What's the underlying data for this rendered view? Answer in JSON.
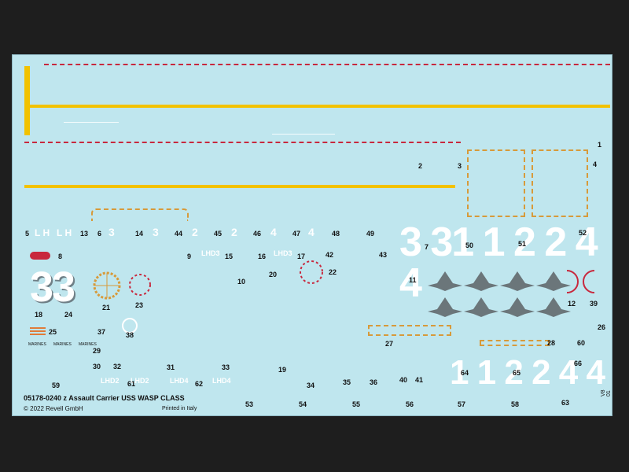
{
  "sheet": {
    "product_line": "05178-0240 z   Assault Carrier USS WASP CLASS",
    "copyright": "© 2022 Revell GmbH",
    "printed": "Printed in Italy",
    "code": "V8 01"
  },
  "numbers": {
    "n1": "1",
    "n2": "2",
    "n3": "3",
    "n4": "4",
    "n5": "5",
    "n6": "6",
    "n7": "7",
    "n8": "8",
    "n9": "9",
    "n10": "10",
    "n11": "11",
    "n12": "12",
    "n13": "13",
    "n14": "14",
    "n15": "15",
    "n16": "16",
    "n17": "17",
    "n18": "18",
    "n19": "19",
    "n20": "20",
    "n21": "21",
    "n22": "22",
    "n23": "23",
    "n24": "24",
    "n25": "25",
    "n26": "26",
    "n27": "27",
    "n28": "28",
    "n29": "29",
    "n30": "30",
    "n31": "31",
    "n32": "32",
    "n33": "33",
    "n34": "34",
    "n35": "35",
    "n36": "36",
    "n37": "37",
    "n38": "38",
    "n39": "39",
    "n40": "40",
    "n41": "41",
    "n42": "42",
    "n43": "43",
    "n44": "44",
    "n45": "45",
    "n46": "46",
    "n47": "47",
    "n48": "48",
    "n49": "49",
    "n50": "50",
    "n51": "51",
    "n52": "52",
    "n53": "53",
    "n54": "54",
    "n55": "55",
    "n56": "56",
    "n57": "57",
    "n58": "58",
    "n59": "59",
    "n60": "60",
    "n61": "61",
    "n62": "62",
    "n63": "63",
    "n64": "64",
    "n65": "65",
    "n66": "66"
  },
  "decals": {
    "big33": "33",
    "hull_top": "3 31 1 2 2 4 4",
    "hull_bottom": "1 1 2 2 4 4",
    "lh1": "L H",
    "lh2": "L H",
    "lhd3a": "LHD3",
    "lhd3b": "LHD3",
    "lhd2": "LHD2",
    "lhd2b": "LHD2",
    "lhd4": "LHD4",
    "lhd4b": "LHD4",
    "d3a": "3",
    "d3b": "3",
    "d2a": "2",
    "d2b": "2",
    "d4a": "4",
    "d4b": "4",
    "marines": "MARINES"
  }
}
